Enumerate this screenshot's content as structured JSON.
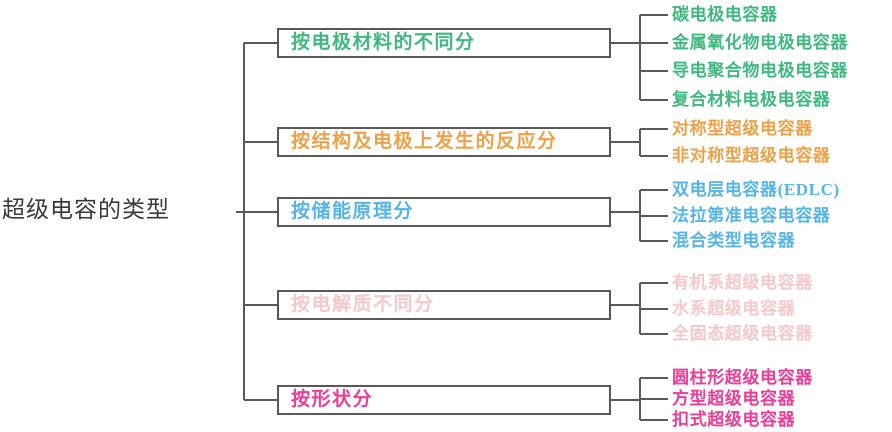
{
  "diagram": {
    "title": "超级电容的类型",
    "root": {
      "label": "超级电容的类型",
      "color": "#3a3a3a"
    },
    "line_color": "#595959",
    "branches": [
      {
        "label": "按电极材料的不同分",
        "color": "#3fb980",
        "leaves": [
          "碳电极电容器",
          "金属氧化物电极电容器",
          "导电聚合物电极电容器",
          "复合材料电极电容器"
        ]
      },
      {
        "label": "按结构及电极上发生的反应分",
        "color": "#eda24a",
        "leaves": [
          "对称型超级电容器",
          "非对称型超级电容器"
        ]
      },
      {
        "label": "按储能原理分",
        "color": "#57b4e8",
        "leaves": [
          "双电层电容器(EDLC)",
          "法拉第准电容电容器",
          "混合类型电容器"
        ]
      },
      {
        "label": "按电解质不同分",
        "color": "#f6c8c8",
        "leaves": [
          "有机系超级电容器",
          "水系超级电容器",
          "全固态超级电容器"
        ]
      },
      {
        "label": "按形状分",
        "color": "#ee3d96",
        "leaves": [
          "圆柱形超级电容器",
          "方型超级电容器",
          "扣式超级电容器"
        ]
      }
    ]
  }
}
